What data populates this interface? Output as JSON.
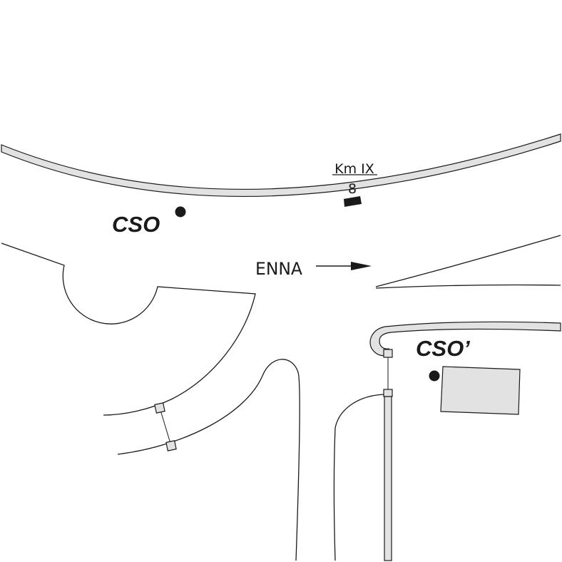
{
  "labels": {
    "cso": "CSO",
    "cso_prime": "CSO’",
    "enna": "ENNA",
    "km_line1": "Km IX",
    "km_line2": "8"
  },
  "colors": {
    "line": "#1a1a1a",
    "fill_light": "#e2e2e2",
    "marker": "#1a1a1a"
  }
}
